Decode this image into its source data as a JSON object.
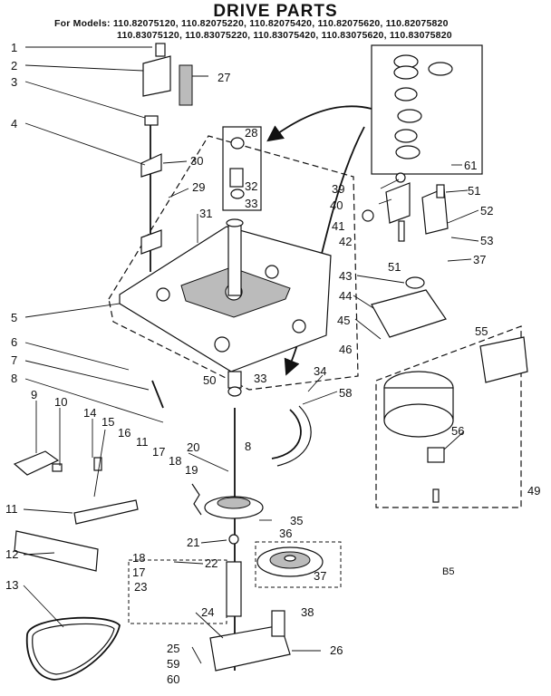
{
  "title": "DRIVE PARTS",
  "models_line_1": "For Models: 110.82075120, 110.82075220, 110.82075420, 110.82075620, 110.82075820",
  "models_line_2": "110.83075120, 110.83075220, 110.83075420, 110.83075620, 110.83075820",
  "callouts": [
    "1",
    "2",
    "3",
    "4",
    "5",
    "6",
    "7",
    "8",
    "9",
    "10",
    "11",
    "12",
    "13",
    "14",
    "15",
    "16",
    "11",
    "17",
    "18",
    "19",
    "20",
    "21",
    "22",
    "23",
    "24",
    "25",
    "59",
    "60",
    "27",
    "28",
    "30",
    "29",
    "31",
    "32",
    "33",
    "50",
    "33",
    "34",
    "58",
    "8",
    "35",
    "36",
    "37",
    "38",
    "26",
    "39",
    "40",
    "41",
    "42",
    "51",
    "43",
    "44",
    "45",
    "46",
    "61",
    "51",
    "52",
    "53",
    "37",
    "55",
    "56",
    "49",
    "B5",
    "18",
    "17"
  ]
}
